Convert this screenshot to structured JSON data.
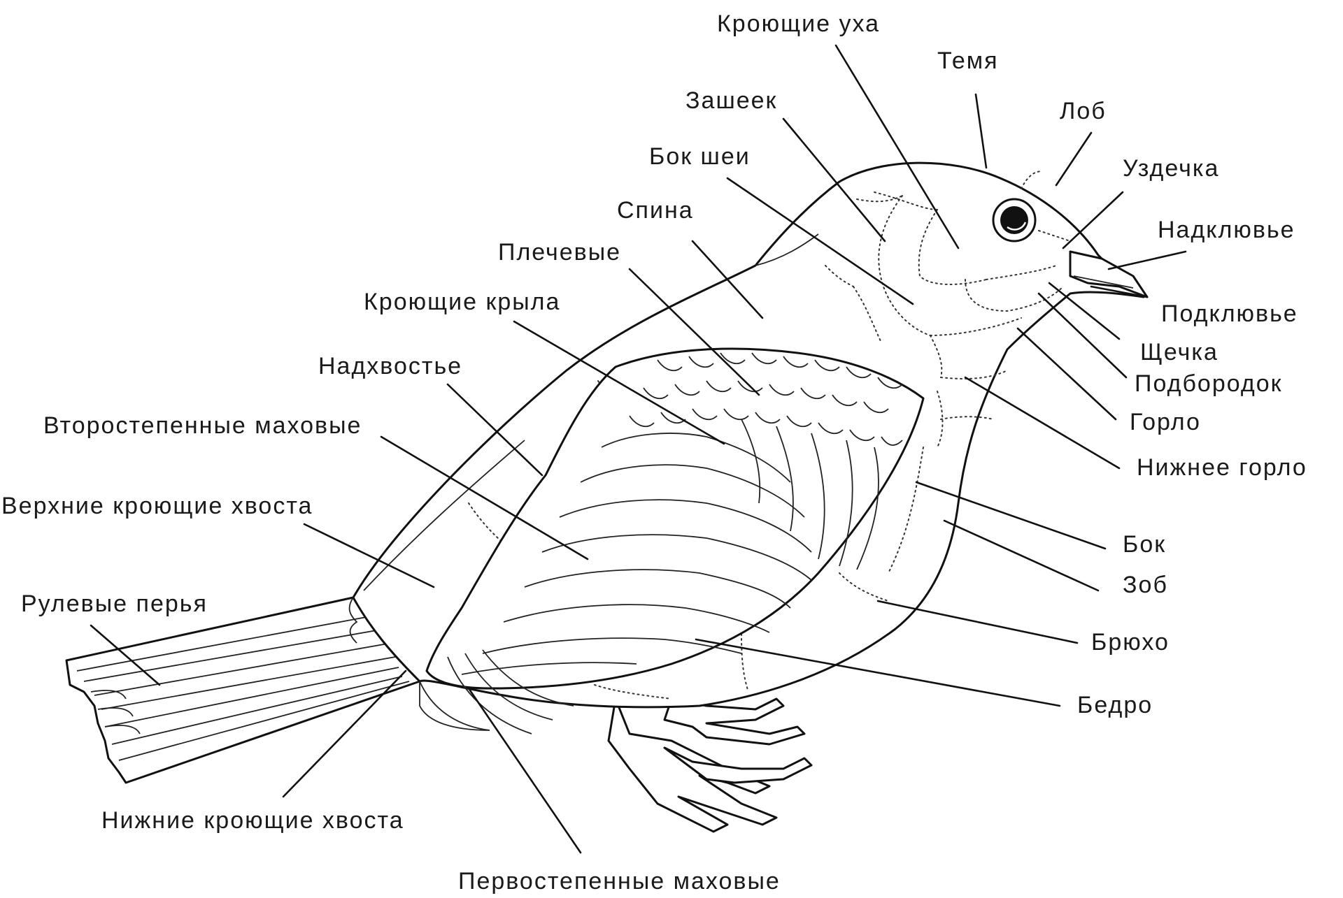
{
  "labels": {
    "ear_coverts": "Кроющие уха",
    "crown": "Темя",
    "nape": "Зашеек",
    "forehead": "Лоб",
    "side_of_neck": "Бок шеи",
    "lore": "Уздечка",
    "back": "Спина",
    "upper_mandible": "Надклювье",
    "scapulars": "Плечевые",
    "wing_coverts": "Кроющие крыла",
    "lower_mandible": "Подклювье",
    "cheek": "Щечка",
    "rump": "Надхвостье",
    "chin": "Подбородок",
    "throat": "Горло",
    "secondaries": "Второстепенные маховые",
    "lower_throat": "Нижнее горло",
    "upper_tail_coverts": "Верхние кроющие хвоста",
    "flank": "Бок",
    "crop": "Зоб",
    "rectrices": "Рулевые перья",
    "belly": "Брюхо",
    "thigh": "Бедро",
    "under_tail_coverts": "Нижние кроющие хвоста",
    "primaries": "Первостепенные маховые"
  },
  "colors": {
    "ink": "#111111",
    "background": "#ffffff"
  }
}
